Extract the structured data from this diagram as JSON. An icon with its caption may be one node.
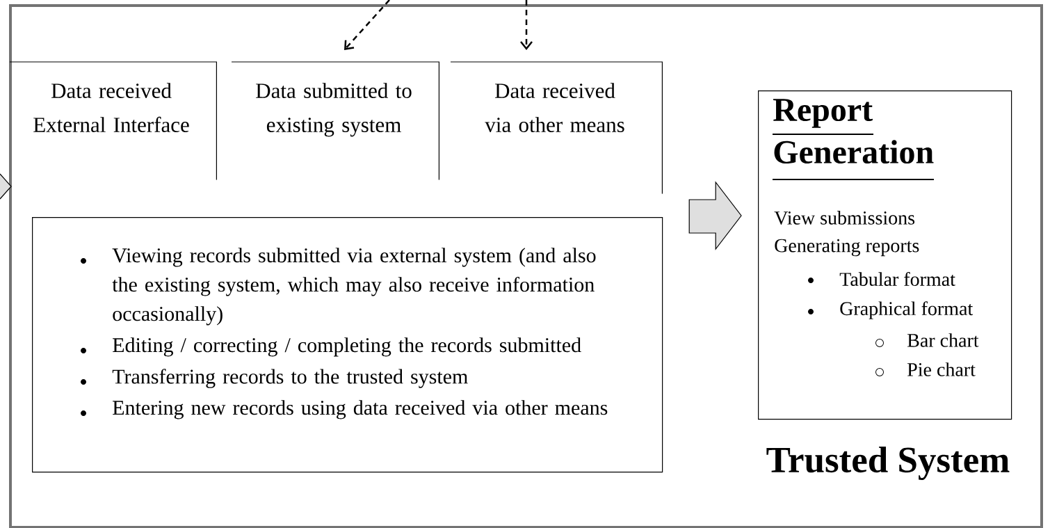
{
  "diagram": {
    "nodes": [
      {
        "text": [
          "Trusted System"
        ]
      },
      {
        "text": [
          "Data received External Interface"
        ],
        "in": 0
      },
      {
        "text": [
          "Data submitted to existing system"
        ],
        "in": 0
      },
      {
        "text": [
          "Data received via other means"
        ],
        "in": 0
      },
      {
        "text": [
          "Viewing records submitted via external system (and also the existing system, which may also receive information occasionally)",
          "Editing / correcting / completing the records submitted",
          "Transferring records to the trusted system",
          "Entering new records using data received via other means"
        ],
        "in": 0
      },
      {
        "text": [
          "Report Generation",
          "View submissions",
          "Generating reports",
          "Tabular format",
          "Graphical format",
          "Bar chart",
          "Pie chart"
        ],
        "in": 0
      }
    ],
    "edges": [
      {
        "from": null,
        "to": 0,
        "arrow": "to"
      },
      {
        "from": null,
        "to": 2,
        "arrow": "to",
        "style": "dashed"
      },
      {
        "from": null,
        "to": 3,
        "arrow": "to",
        "style": "dashed"
      },
      {
        "from": 4,
        "to": 5,
        "arrow": "to"
      }
    ]
  }
}
